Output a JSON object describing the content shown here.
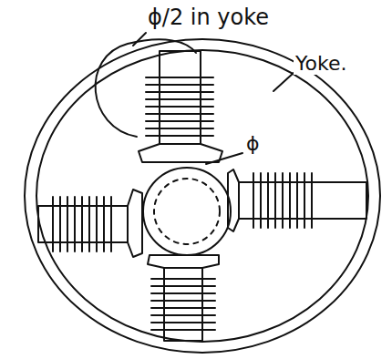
{
  "diagram": {
    "labels": [
      "ϕ/2 in yoke",
      "Yoke.",
      "ϕ"
    ]
  }
}
